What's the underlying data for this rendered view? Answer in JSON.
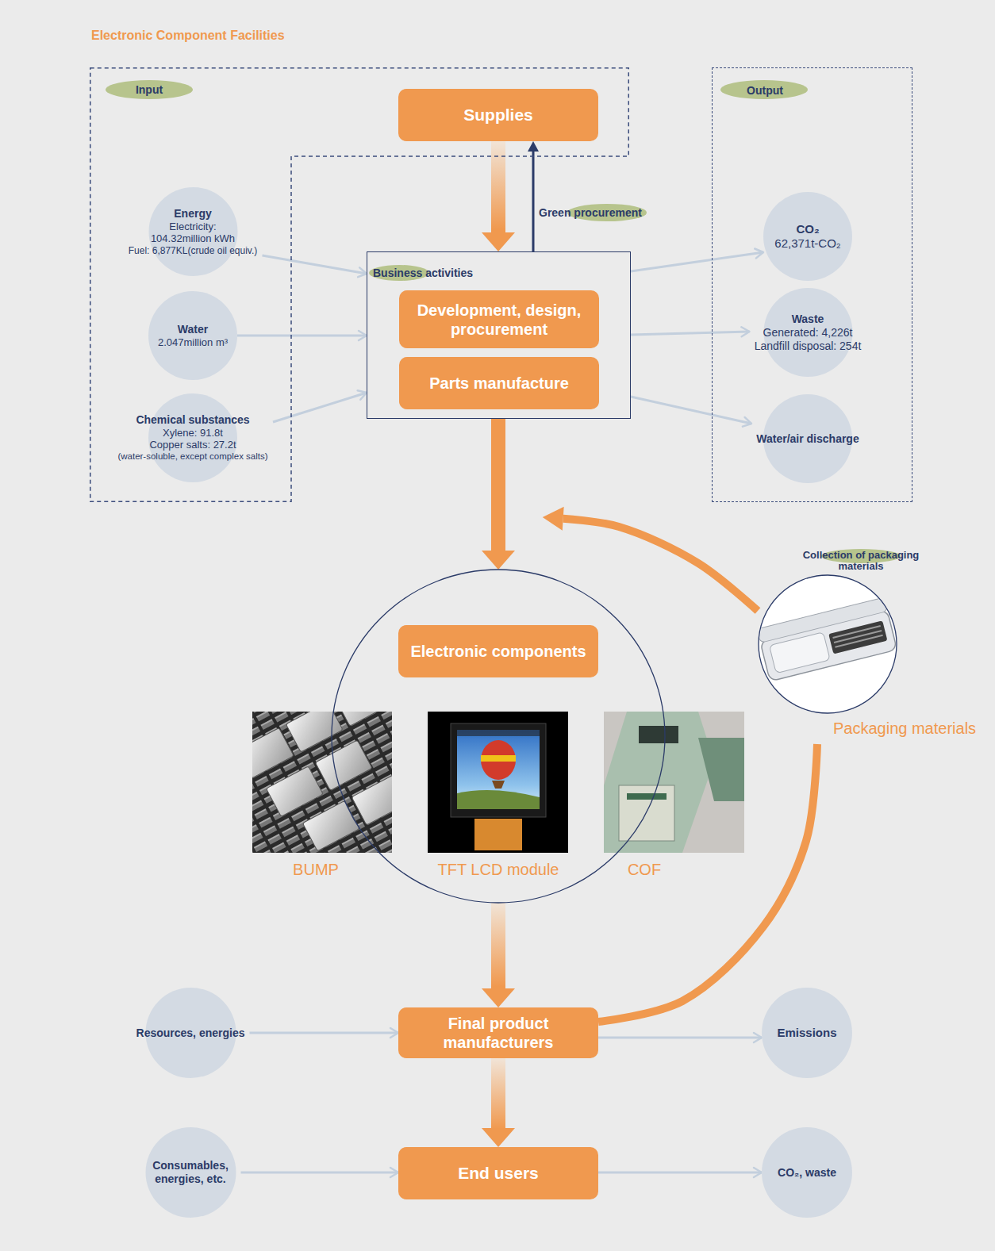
{
  "diagram": {
    "title": "Electronic Component Facilities",
    "nodes": [
      {
        "text": [
          "Input"
        ]
      },
      {
        "text": [
          "Supplies"
        ],
        "in": 0
      },
      {
        "text": [
          "Energy",
          "Electricity: 104.32million kWh",
          "Fuel: 6,877KL(crude oil equiv.)"
        ],
        "in": 0
      },
      {
        "text": [
          "Water",
          "2.047million m³"
        ],
        "in": 0
      },
      {
        "text": [
          "Chemical substances",
          "Xylene: 91.8t",
          "Copper salts: 27.2t",
          "(water-soluble, except complex salts)"
        ],
        "in": 0
      },
      {
        "text": [
          "Business activities"
        ]
      },
      {
        "text": [
          "Development, design, procurement"
        ],
        "in": 5
      },
      {
        "text": [
          "Parts manufacture"
        ],
        "in": 5
      },
      {
        "text": [
          "Output"
        ]
      },
      {
        "text": [
          "CO₂",
          "62,371t-CO₂"
        ],
        "in": 8
      },
      {
        "text": [
          "Waste",
          "Generated: 4,226t",
          "Landfill disposal: 254t"
        ],
        "in": 8
      },
      {
        "text": [
          "Water/air discharge"
        ],
        "in": 8
      },
      {
        "text": [
          "BUMP",
          "TFT LCD module",
          "COF"
        ]
      },
      {
        "text": [
          "Electronic components"
        ],
        "in": 12
      },
      {
        "text": [
          "Collection of packaging materials",
          "Packaging materials"
        ]
      },
      {
        "text": [
          "Resources, energies"
        ]
      },
      {
        "text": [
          "Final product manufacturers"
        ]
      },
      {
        "text": [
          "Emissions"
        ]
      },
      {
        "text": [
          "Consumables, energies, etc."
        ]
      },
      {
        "text": [
          "End users"
        ]
      },
      {
        "text": [
          "CO₂, waste"
        ]
      }
    ],
    "edges": [
      {
        "from": 1,
        "to": 5,
        "arrow": "to"
      },
      {
        "from": 5,
        "to": 1,
        "label": "Green procurement",
        "arrow": "to"
      },
      {
        "from": 2,
        "to": 5,
        "arrow": "to"
      },
      {
        "from": 3,
        "to": 5,
        "arrow": "to"
      },
      {
        "from": 4,
        "to": 5,
        "arrow": "to"
      },
      {
        "from": 5,
        "to": 9,
        "arrow": "to"
      },
      {
        "from": 5,
        "to": 10,
        "arrow": "to"
      },
      {
        "from": 5,
        "to": 11,
        "arrow": "to"
      },
      {
        "from": 5,
        "to": 12,
        "arrow": "to"
      },
      {
        "from": 12,
        "to": 16,
        "arrow": "to"
      },
      {
        "from": 16,
        "to": 19,
        "arrow": "to"
      },
      {
        "from": 15,
        "to": 16,
        "arrow": "to"
      },
      {
        "from": 16,
        "to": 17,
        "arrow": "to"
      },
      {
        "from": 18,
        "to": 19,
        "arrow": "to"
      },
      {
        "from": 19,
        "to": 20,
        "arrow": "to"
      },
      {
        "from": 16,
        "to": 14,
        "arrow": "none"
      },
      {
        "from": 14,
        "to": 12,
        "arrow": "to"
      }
    ]
  }
}
